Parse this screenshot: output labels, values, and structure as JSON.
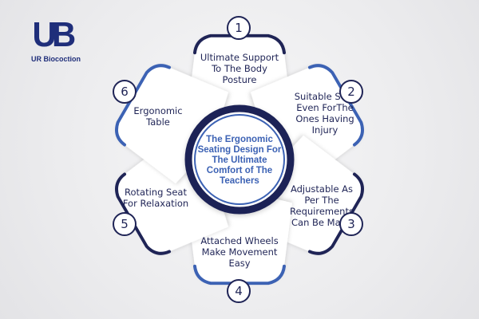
{
  "logo": {
    "mark": "UB",
    "text": "UR Biocoction"
  },
  "colors": {
    "navy": "#1f2456",
    "blue": "#3c62b4",
    "petal": "#ffffff"
  },
  "center": {
    "text": "The Ergonomic Seating Design For The Ultimate Comfort of The Teachers"
  },
  "petals": [
    {
      "number": "1",
      "text": "Ultimate Support To The Body Posture"
    },
    {
      "number": "2",
      "text": "Suitable Seat Even ForThe Ones Having Injury"
    },
    {
      "number": "3",
      "text": "Adjustable As Per The Requirements Can Be Made"
    },
    {
      "number": "4",
      "text": "Attached Wheels Make Movement Easy"
    },
    {
      "number": "5",
      "text": "Rotating Seat For Relaxation"
    },
    {
      "number": "6",
      "text": "Ergonomic Table"
    }
  ]
}
